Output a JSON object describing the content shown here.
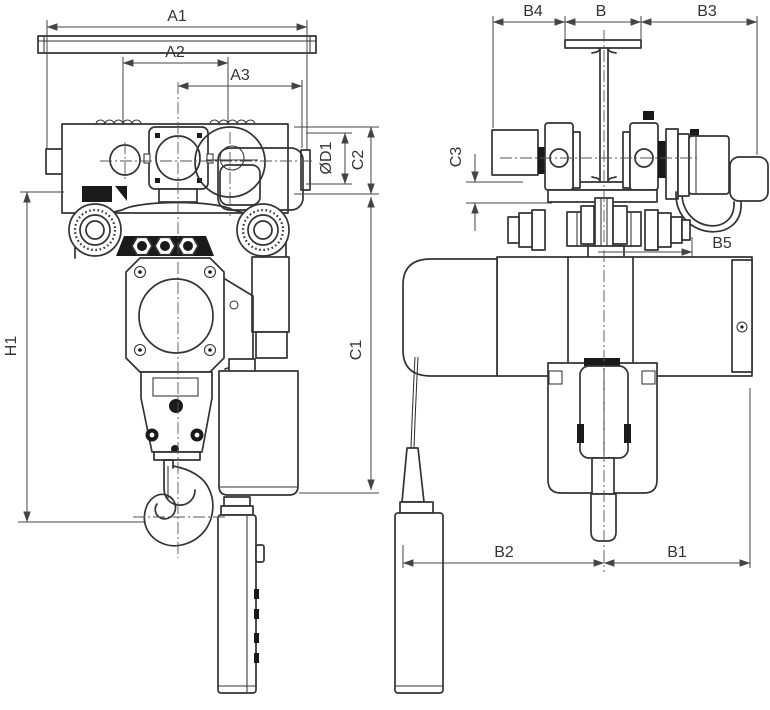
{
  "page": {
    "background": "#ffffff",
    "line_color": "#333333",
    "dimension_line_color": "#444444"
  },
  "views": {
    "front": {
      "dims": {
        "a1": "A1",
        "a2": "A2",
        "a3": "A3",
        "d1": "ØD1",
        "c2": "C2",
        "c1": "C1",
        "h1": "H1"
      }
    },
    "side": {
      "dims": {
        "b4": "B4",
        "b": "B",
        "b3": "B3",
        "c3": "C3",
        "b5": "B5",
        "b2": "B2",
        "b1": "B1"
      }
    }
  }
}
